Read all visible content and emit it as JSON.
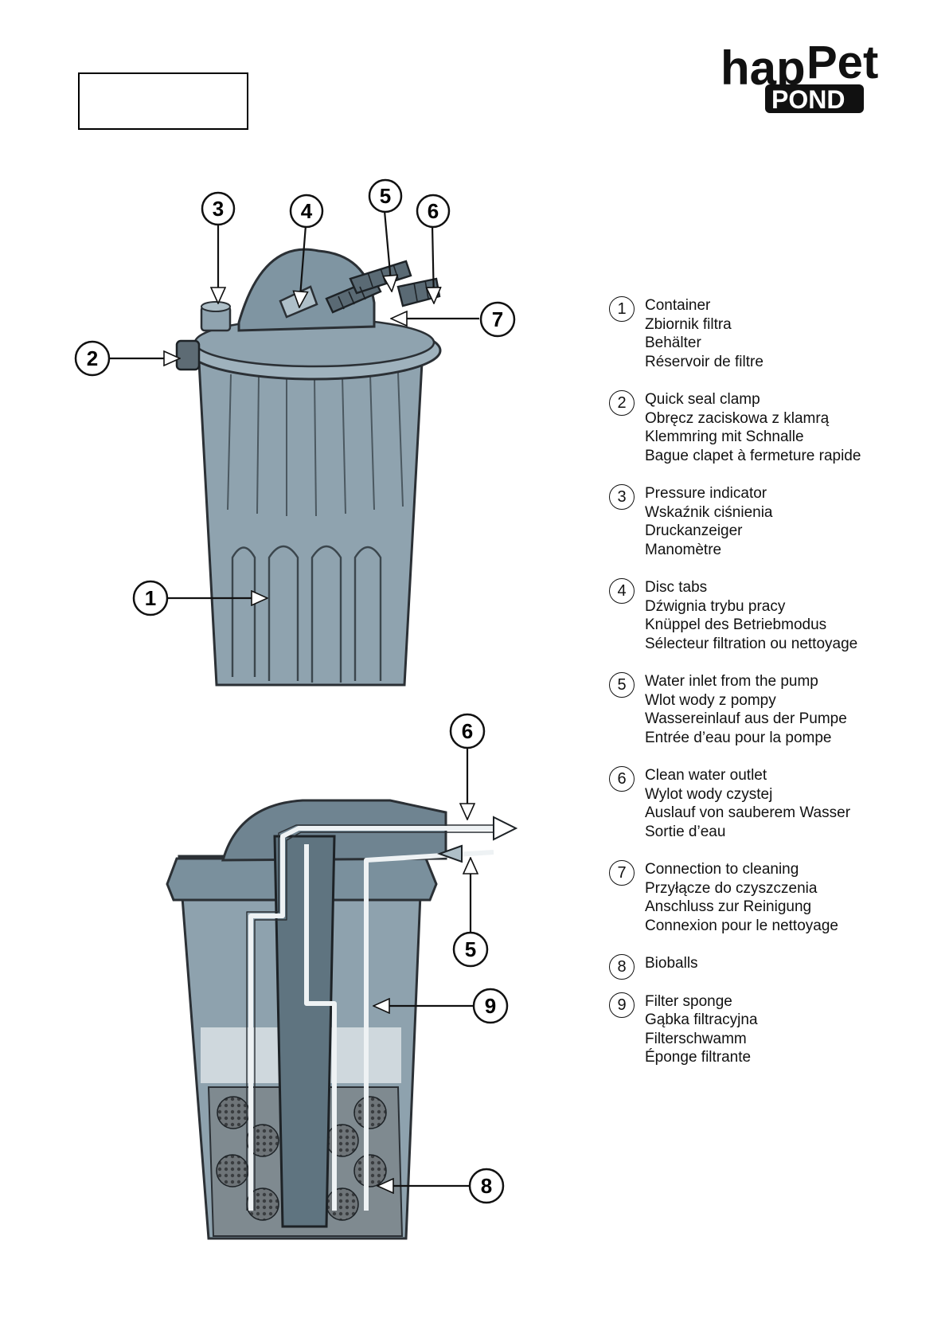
{
  "logo": {
    "word_hap": "hap",
    "word_pet": "Pet",
    "word_pond": "POND"
  },
  "callouts_top": [
    "1",
    "2",
    "3",
    "4",
    "5",
    "6",
    "7"
  ],
  "callouts_bottom": [
    "5",
    "6",
    "8",
    "9"
  ],
  "legend": [
    {
      "number": "1",
      "lines": [
        "Container",
        "Zbiornik filtra",
        "Behälter",
        "Réservoir de filtre"
      ]
    },
    {
      "number": "2",
      "lines": [
        "Quick seal clamp",
        "Obręcz zaciskowa z klamrą",
        "Klemmring mit Schnalle",
        "Bague clapet à fermeture rapide"
      ]
    },
    {
      "number": "3",
      "lines": [
        "Pressure indicator",
        "Wskaźnik ciśnienia",
        "Druckanzeiger",
        "Manomètre"
      ]
    },
    {
      "number": "4",
      "lines": [
        "Disc tabs",
        "Dźwignia trybu pracy",
        "Knüppel des Betriebmodus",
        "Sélecteur filtration ou nettoyage"
      ]
    },
    {
      "number": "5",
      "lines": [
        "Water inlet from the pump",
        "Wlot wody z pompy",
        "Wassereinlauf aus der Pumpe",
        "Entrée d’eau pour la pompe"
      ]
    },
    {
      "number": "6",
      "lines": [
        "Clean water outlet",
        "Wylot wody czystej",
        "Auslauf von sauberem Wasser",
        "Sortie d’eau"
      ]
    },
    {
      "number": "7",
      "lines": [
        "Connection to cleaning",
        "Przyłącze do czyszczenia",
        "Anschluss zur Reinigung",
        "Connexion pour le nettoyage"
      ]
    },
    {
      "number": "8",
      "lines": [
        "Bioballs"
      ]
    },
    {
      "number": "9",
      "lines": [
        "Filter sponge",
        "Gąbka filtracyjna",
        "Filterschwamm",
        "Éponge filtrante"
      ]
    }
  ]
}
